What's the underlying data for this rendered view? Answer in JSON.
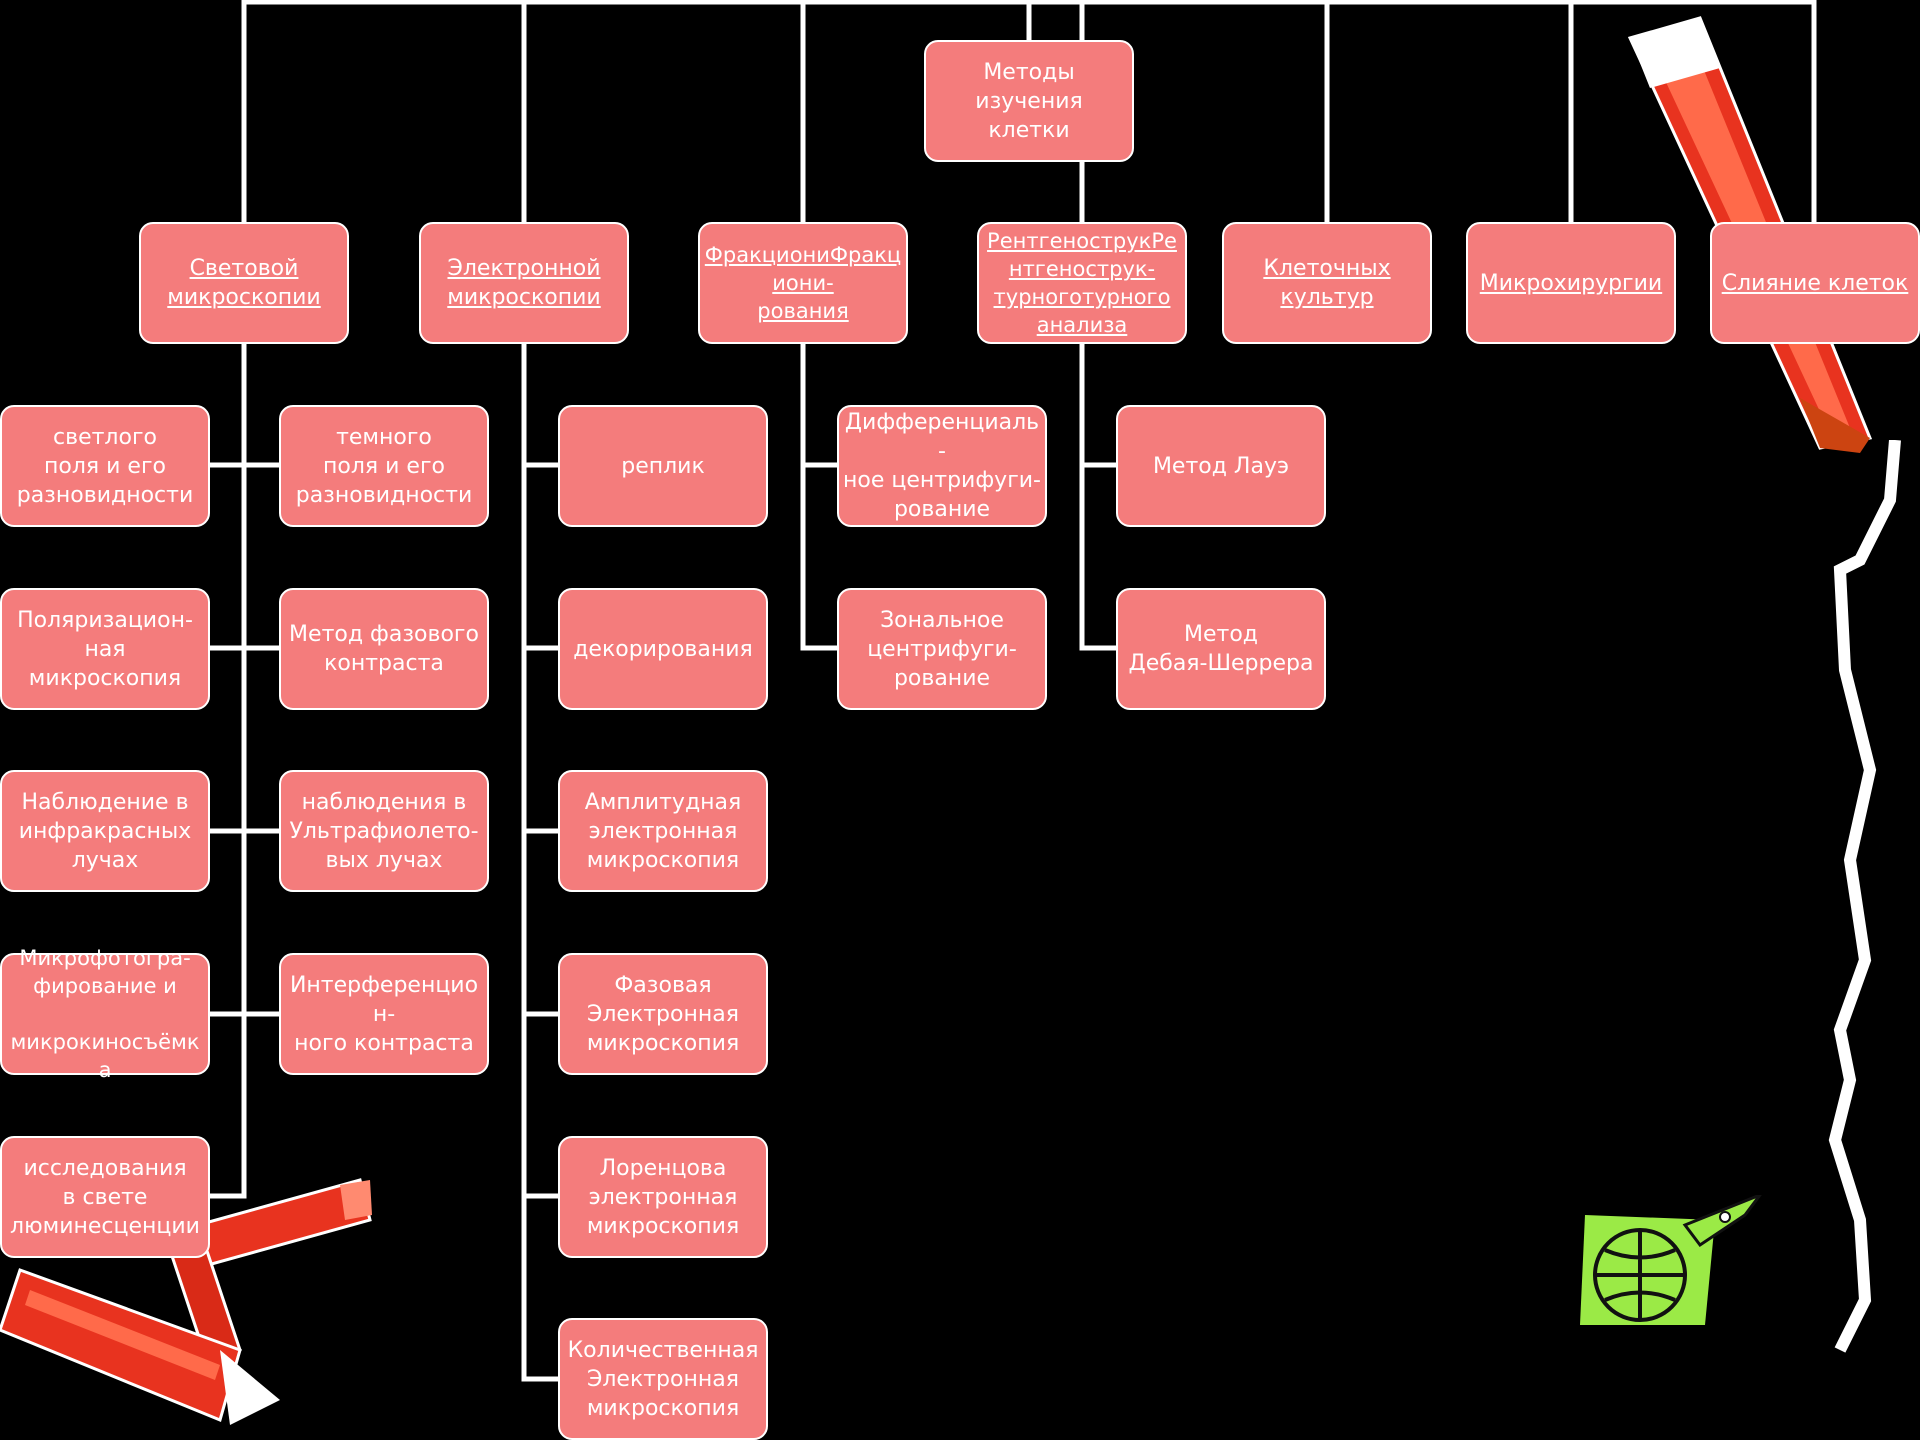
{
  "colors": {
    "background": "#000000",
    "box_fill": "#f47c7c",
    "box_border": "#ffffff",
    "connector": "#ffffff"
  },
  "root": {
    "label": "Методы\nизучения\nклетки"
  },
  "categories": [
    {
      "label": "Световой\nмикроскопии"
    },
    {
      "label": "Электронной\nмикроскопии"
    },
    {
      "label": "ФракциониФракц\nиони-\nрования"
    },
    {
      "label": "РентгенострукРе\nнтгенострук-\nтурноготурного\nанализа"
    },
    {
      "label": "Клеточных\nкультур"
    },
    {
      "label": "Микрохирургии"
    },
    {
      "label": "Слияние клеток"
    }
  ],
  "light_microscopy": {
    "left": [
      "светлого\nполя и его\nразновидности",
      "Поляризацион-\nная\nмикроскопия",
      "Наблюдение в\nинфракрасных\nлучах",
      "Микрофотогра-\nфирование и\n\nмикрокиносъёмк\nа",
      "исследования\nв свете\nлюминесценции"
    ],
    "right": [
      "темного\nполя и его\nразновидности",
      "Метод фазового\nконтраста",
      "наблюдения в\nУльтрафиолето-\nвых лучах",
      "Интерференцио\nн-\nного контраста"
    ]
  },
  "electron_microscopy": [
    "реплик",
    "декорирования",
    "Амплитудная\nэлектронная\nмикроскопия",
    "Фазовая\nЭлектронная\nмикроскопия",
    "Лоренцова\nэлектронная\nмикроскопия",
    "Количественная\nЭлектронная\nмикроскопия"
  ],
  "fractionation": [
    "Дифференциаль\n-\nное центрифуги-\nрование",
    "Зональное\nцентрифуги-\nрование"
  ],
  "xray": [
    "Метод Лауэ",
    "Метод\nДебая-Шеррера"
  ],
  "decorations": [
    {
      "icon": "red-pencil-icon"
    },
    {
      "icon": "crossed-crayons-icon"
    },
    {
      "icon": "globe-rocket-icon"
    },
    {
      "icon": "torn-paper-edge"
    }
  ]
}
